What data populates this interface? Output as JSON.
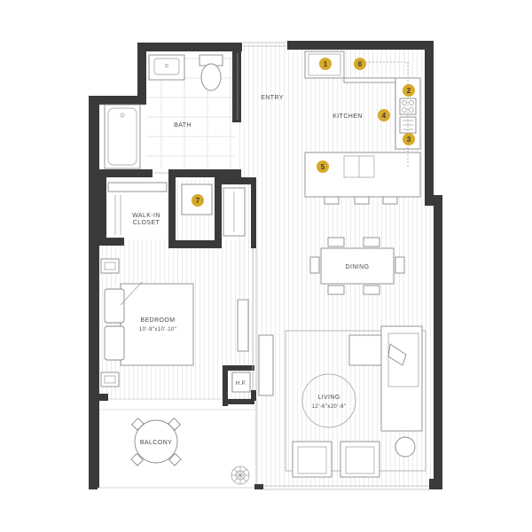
{
  "rooms": {
    "entry": "ENTRY",
    "kitchen": "KITCHEN",
    "bath": "BATH",
    "walk_in_closet_line1": "WALK-IN",
    "walk_in_closet_line2": "CLOSET",
    "dining": "DINING",
    "bedroom": "BEDROOM",
    "bedroom_dims": "10'-9\"x10'-10\"",
    "living": "LIVING",
    "living_dims": "12'-6\"x20'-8\"",
    "balcony": "BALCONY",
    "hp": "H.P."
  },
  "badges": [
    "1",
    "2",
    "3",
    "4",
    "5",
    "6",
    "7"
  ],
  "colors": {
    "wall": "#3a3a3a",
    "badge": "#d7a92b",
    "floor_line": "#e2e2e2"
  }
}
